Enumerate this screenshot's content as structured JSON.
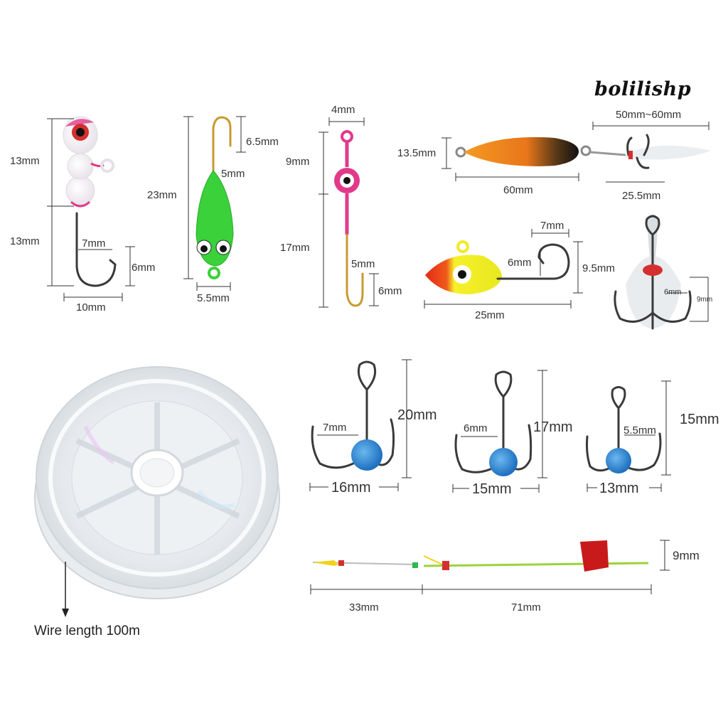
{
  "brand": "bolilishp",
  "items": {
    "jig_head": {
      "labels": [
        "13mm",
        "13mm",
        "7mm",
        "6mm",
        "10mm"
      ]
    },
    "frog_jig": {
      "labels": [
        "23mm",
        "6.5mm",
        "5mm",
        "5.5mm"
      ]
    },
    "eye_hook": {
      "labels": [
        "4mm",
        "9mm",
        "17mm",
        "5mm",
        "6mm"
      ]
    },
    "spoon_lure": {
      "labels": [
        "13.5mm",
        "60mm",
        "50mm~60mm",
        "25.5mm"
      ]
    },
    "fish_jig": {
      "labels": [
        "7mm",
        "6mm",
        "9.5mm",
        "25mm"
      ]
    },
    "feather_treble": {
      "labels": [
        "6mm",
        "9mm"
      ]
    },
    "treble_large": {
      "labels": [
        "20mm",
        "7mm",
        "16mm"
      ]
    },
    "treble_medium": {
      "labels": [
        "17mm",
        "6mm",
        "15mm"
      ]
    },
    "treble_small": {
      "labels": [
        "15mm",
        "5.5mm",
        "13mm"
      ]
    },
    "float_rig": {
      "labels": [
        "9mm",
        "33mm",
        "71mm"
      ]
    },
    "spool": {
      "caption": "Wire length 100m"
    }
  },
  "colors": {
    "hook_metal": "#3a3a3a",
    "gold_hook": "#c89a2e",
    "bead_blue": "#2f8fd6",
    "jig_pink": "#e23a8a",
    "jig_green": "#3ad13a",
    "spoon_orange": "#f08a1a",
    "fish_yellow": "#f2ea2a",
    "fish_red": "#e32a1a",
    "float_red": "#c81a1a"
  }
}
